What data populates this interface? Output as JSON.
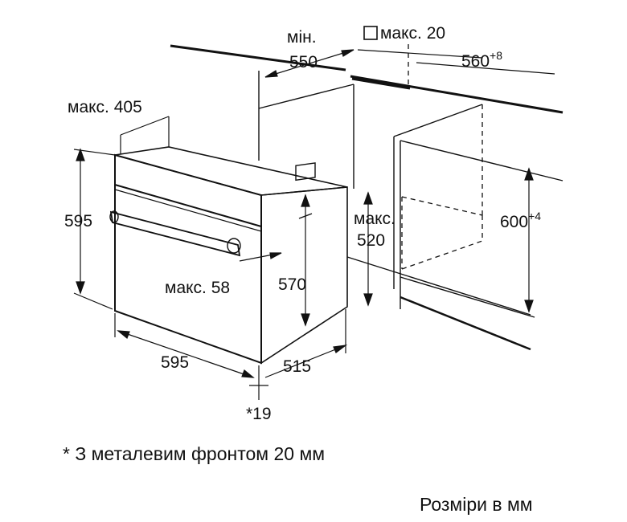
{
  "dimensions": {
    "min_label": "мін.",
    "depth_niche": "550",
    "max_20": "макс. 20",
    "width_niche": "560",
    "width_niche_tol": "+8",
    "max_405": "макс. 405",
    "height_oven": "595",
    "max_label": "макс.",
    "depth_520": "520",
    "height_niche": "600",
    "height_niche_tol": "+4",
    "height_570": "570",
    "max_58": "макс. 58",
    "width_oven": "595",
    "depth_oven": "515",
    "front_19": "*19"
  },
  "footnote": "* З металевим фронтом 20 мм",
  "units_note": "Розміри в мм"
}
